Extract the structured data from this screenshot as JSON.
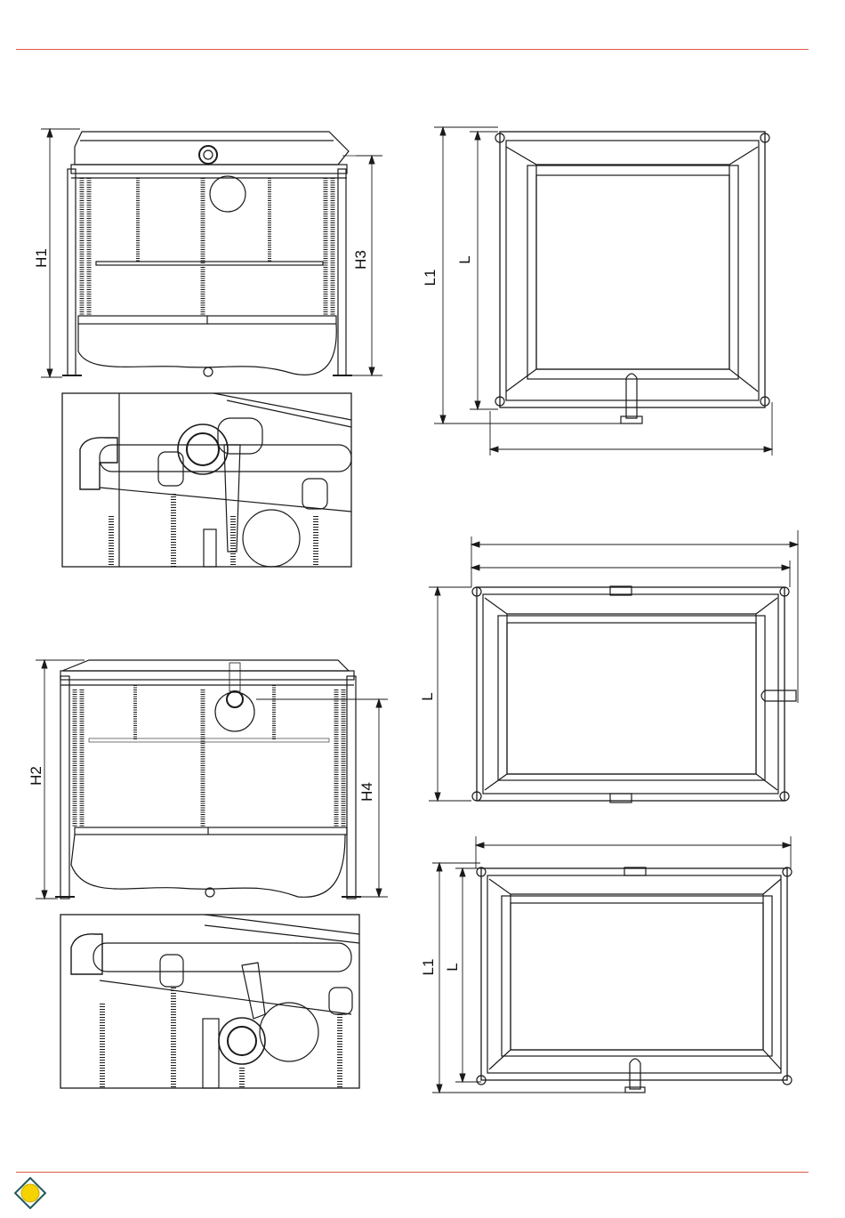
{
  "header": {},
  "dimensions": {
    "H1": "H1",
    "H2": "H2",
    "H3": "H3",
    "H4": "H4",
    "L1_top": "L1",
    "L_top": "L",
    "L_middle": "L",
    "L1_bottom": "L1",
    "L_bottom": "L"
  },
  "colors": {
    "rule": "#e05a48",
    "line": "#1a1a1a",
    "logo_fill": "#f5d300",
    "logo_border": "#1f5a5a"
  },
  "icons": {
    "logo": "yellow-circle-in-diamond"
  }
}
